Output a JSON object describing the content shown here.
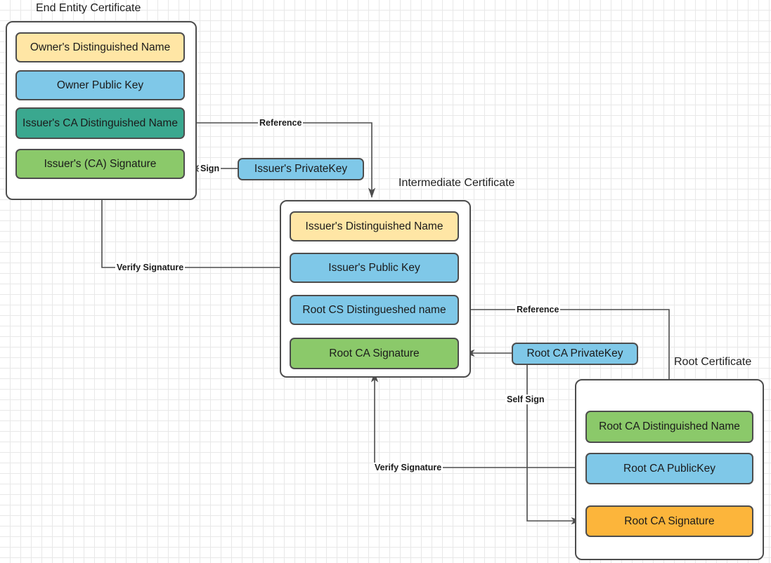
{
  "diagram": {
    "title": "X.509 Certificate Chain of Trust",
    "background": "grid-paper",
    "palette": {
      "yellow": "#ffe6a5",
      "blue": "#7fc8e8",
      "teal": "#3aa88f",
      "green": "#8bc96a",
      "orange": "#fcb53b",
      "stroke": "#4d4d4d",
      "text": "#1b1b1b",
      "grid_minor": "#e8e8e8",
      "grid_major": "#d4d4d4"
    }
  },
  "groups": {
    "end_entity": {
      "title": "End Entity Certificate"
    },
    "intermediate": {
      "title": "Intermediate Certificate"
    },
    "root": {
      "title": "Root Certificate"
    }
  },
  "nodes": {
    "ee_owner_dn": {
      "label": "Owner's Distinguished Name",
      "color": "yellow"
    },
    "ee_owner_pub": {
      "label": "Owner Public  Key",
      "color": "blue"
    },
    "ee_issuer_dn": {
      "label": "Issuer's CA Distinguished Name",
      "color": "teal"
    },
    "ee_issuer_sig": {
      "label": "Issuer's (CA) Signature",
      "color": "green"
    },
    "issuer_privkey": {
      "label": "Issuer's PrivateKey",
      "color": "blue"
    },
    "ic_issuer_dn": {
      "label": "Issuer's Distinguished Name",
      "color": "yellow"
    },
    "ic_issuer_pub": {
      "label": "Issuer's Public  Key",
      "color": "blue"
    },
    "ic_root_dn": {
      "label": "Root CS Distingueshed name",
      "color": "blue"
    },
    "ic_root_sig": {
      "label": "Root CA Signature",
      "color": "green"
    },
    "root_privkey": {
      "label": "Root CA PrivateKey",
      "color": "blue"
    },
    "rc_root_dn": {
      "label": "Root CA Distinguished Name",
      "color": "green"
    },
    "rc_root_pub": {
      "label": "Root CA PublicKey",
      "color": "blue"
    },
    "rc_root_sig": {
      "label": "Root CA Signature",
      "color": "orange"
    }
  },
  "edges": [
    {
      "id": "e1",
      "label": "Reference",
      "from": "ee_issuer_dn",
      "to": "intermediate"
    },
    {
      "id": "e2",
      "label": "Sign",
      "from": "issuer_privkey",
      "to": "ee_issuer_sig"
    },
    {
      "id": "e3",
      "label": "Verify Signature",
      "from": "ic_issuer_pub",
      "to": "ee_issuer_sig"
    },
    {
      "id": "e4",
      "label": "Reference",
      "from": "ic_root_dn",
      "to": "rc_root_dn"
    },
    {
      "id": "e5",
      "label": "",
      "from": "root_privkey",
      "to": "ic_root_sig"
    },
    {
      "id": "e6",
      "label": "Self Sign",
      "from": "root_privkey",
      "to": "rc_root_sig"
    },
    {
      "id": "e7",
      "label": "Verify Signature",
      "from": "rc_root_pub",
      "to": "ic_root_sig"
    }
  ]
}
